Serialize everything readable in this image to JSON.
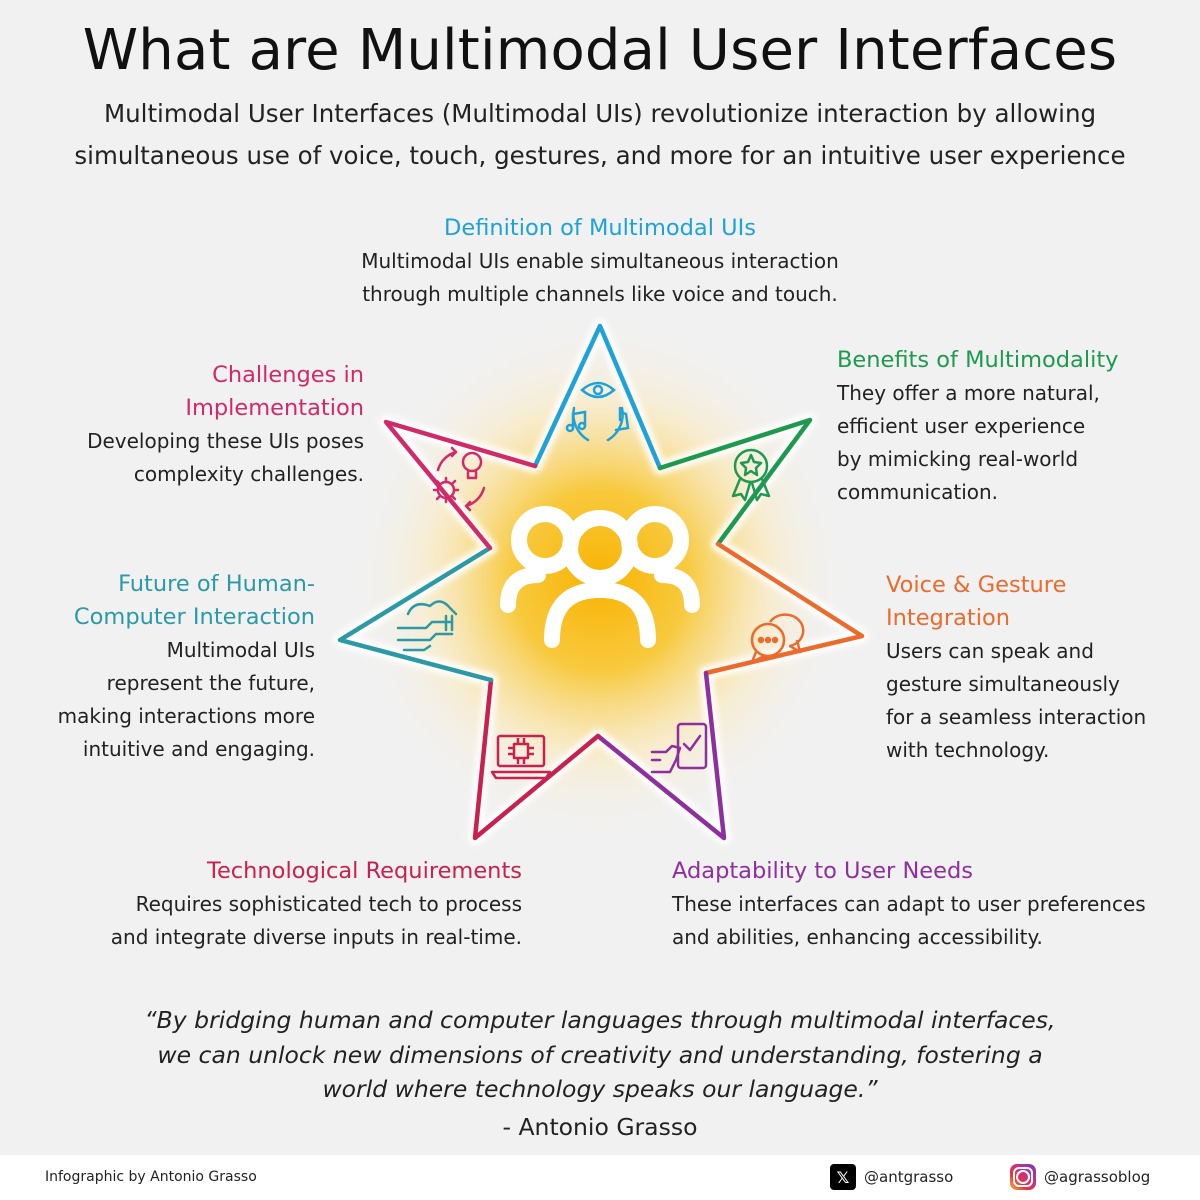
{
  "title": "What are Multimodal User Interfaces",
  "subtitle": "Multimodal User Interfaces (Multimodal UIs) revolutionize interaction by allowing simultaneous use of voice, touch, gestures, and more for an intuitive user experience",
  "sections": {
    "definition": {
      "heading": "Definition of Multimodal UIs",
      "body": [
        "Multimodal UIs enable simultaneous interaction",
        "through multiple channels like voice and touch."
      ],
      "color": "#1ea2d8"
    },
    "benefits": {
      "heading": "Benefits of Multimodality",
      "body": [
        "They offer a more natural,",
        "efficient user experience",
        "by mimicking real-world",
        "communication."
      ],
      "color": "#1e9a4f"
    },
    "voice": {
      "heading": [
        "Voice & Gesture",
        "Integration"
      ],
      "body": [
        "Users can speak and",
        "gesture simultaneously",
        "for a seamless interaction",
        "with technology."
      ],
      "color": "#ec6a2c"
    },
    "adaptability": {
      "heading": "Adaptability to User Needs",
      "body": [
        "These interfaces can adapt to user preferences",
        "and abilities, enhancing accessibility."
      ],
      "color": "#8e2f9e"
    },
    "tech": {
      "heading": "Technological Requirements",
      "body": [
        "Requires sophisticated tech to process",
        "and integrate diverse inputs in real-time."
      ],
      "color": "#c8214f"
    },
    "future": {
      "heading": [
        "Future of Human-",
        "Computer Interaction"
      ],
      "body": [
        "Multimodal UIs",
        "represent the future,",
        "making interactions more",
        "intuitive and engaging."
      ],
      "color": "#2b9aa6"
    },
    "challenges": {
      "heading": [
        "Challenges in",
        "Implementation"
      ],
      "body": [
        "Developing these UIs poses",
        "complexity challenges."
      ],
      "color": "#d12a6a"
    }
  },
  "icons": {
    "definition": "eye-music-touch-icon",
    "benefits": "award-ribbon-icon",
    "voice": "speech-bubbles-icon",
    "adaptability": "hand-phone-check-icon",
    "tech": "laptop-chip-icon",
    "future": "handshake-digital-icon",
    "challenges": "gear-lightbulb-cycle-icon",
    "center": "users-group-icon"
  },
  "center_color": "#f7b200",
  "quote": [
    "“By bridging human and computer languages through multimodal interfaces,",
    "we can unlock new dimensions of creativity and understanding, fostering a",
    "world where technology speaks our language.”"
  ],
  "author": "- Antonio Grasso",
  "footer": {
    "credit": "Infographic by Antonio Grasso",
    "x_handle": "@antgrasso",
    "ig_handle": "@agrassoblog"
  }
}
